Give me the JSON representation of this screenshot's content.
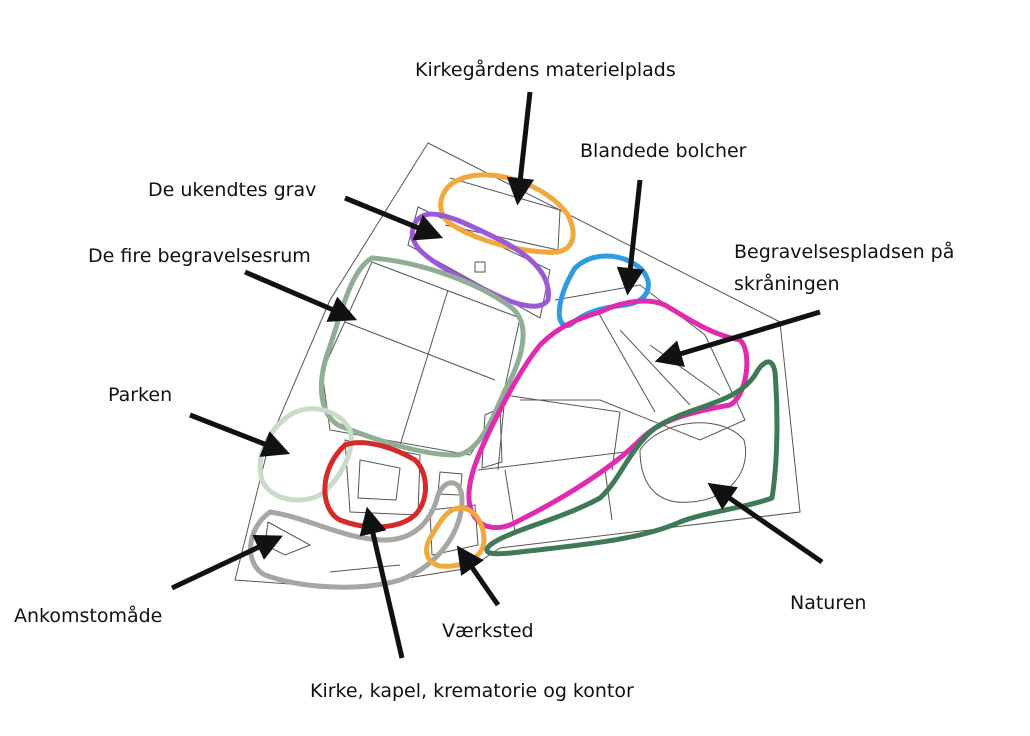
{
  "labels": {
    "materielplads": "Kirkegårdens materielplads",
    "ukendtes": "De ukendtes grav",
    "bolcher": "Blandede bolcher",
    "begravelsesrum": "De fire begravelsesrum",
    "skraaning_line1": "Begravelsespladsen på",
    "skraaning_line2": "skråningen",
    "parken": "Parken",
    "ankomst": "Ankomstomåde",
    "vaerksted": "Værksted",
    "kirke": "Kirke, kapel, krematorie og kontor",
    "naturen": "Naturen"
  },
  "colors": {
    "materielplads": "#f2a93b",
    "ukendtes": "#9b59d6",
    "bolcher": "#2f9be0",
    "begravelsesrum": "#8fae94",
    "skraaning": "#e02bb0",
    "parken": "#c8dcc9",
    "ankomst": "#a9a5a0",
    "vaerksted": "#f2a93b",
    "kirke": "#d62a2a",
    "naturen": "#3d7a55",
    "arrow": "#111111",
    "plan": "#555555"
  }
}
